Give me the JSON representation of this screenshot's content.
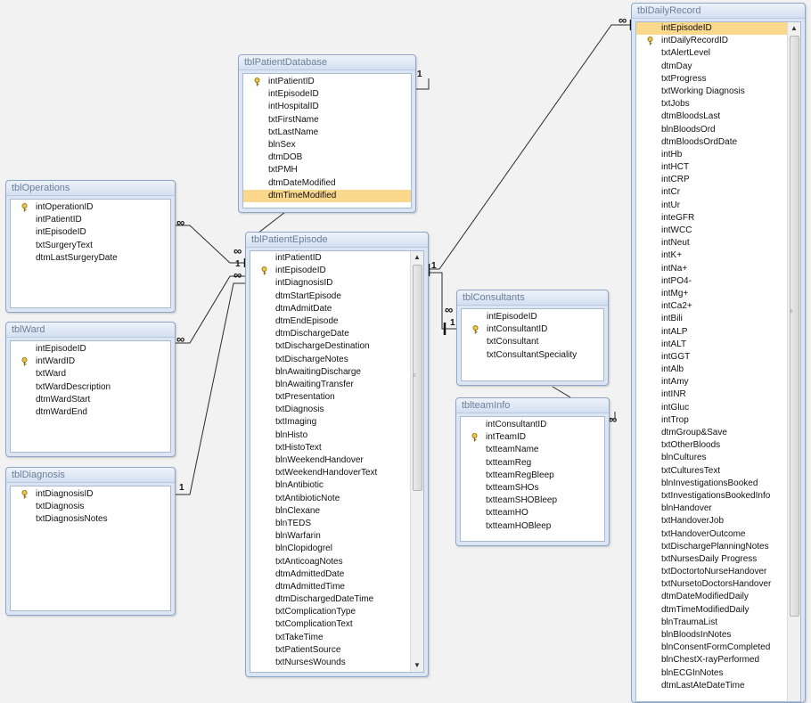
{
  "tables": {
    "patient_database": {
      "title": "tblPatientDatabase",
      "fields": [
        {
          "name": "intPatientID",
          "key": true
        },
        {
          "name": "intEpisodeID",
          "key": false
        },
        {
          "name": "intHospitalID",
          "key": false
        },
        {
          "name": "txtFirstName",
          "key": false
        },
        {
          "name": "txtLastName",
          "key": false
        },
        {
          "name": "blnSex",
          "key": false
        },
        {
          "name": "dtmDOB",
          "key": false
        },
        {
          "name": "txtPMH",
          "key": false
        },
        {
          "name": "dtmDateModified",
          "key": false
        },
        {
          "name": "dtmTimeModified",
          "key": false,
          "selected": true
        }
      ]
    },
    "operations": {
      "title": "tblOperations",
      "fields": [
        {
          "name": "intOperationID",
          "key": true
        },
        {
          "name": "intPatientID",
          "key": false
        },
        {
          "name": "intEpisodeID",
          "key": false
        },
        {
          "name": "txtSurgeryText",
          "key": false
        },
        {
          "name": "dtmLastSurgeryDate",
          "key": false
        }
      ]
    },
    "ward": {
      "title": "tblWard",
      "fields": [
        {
          "name": "intEpisodeID",
          "key": false
        },
        {
          "name": "intWardID",
          "key": true
        },
        {
          "name": "txtWard",
          "key": false
        },
        {
          "name": "txtWardDescription",
          "key": false
        },
        {
          "name": "dtmWardStart",
          "key": false
        },
        {
          "name": "dtmWardEnd",
          "key": false
        }
      ]
    },
    "diagnosis": {
      "title": "tblDiagnosis",
      "fields": [
        {
          "name": "intDiagnosisID",
          "key": true
        },
        {
          "name": "txtDiagnosis",
          "key": false
        },
        {
          "name": "txtDiagnosisNotes",
          "key": false
        }
      ]
    },
    "patient_episode": {
      "title": "tblPatientEpisode",
      "fields": [
        {
          "name": "intPatientID",
          "key": false
        },
        {
          "name": "intEpisodeID",
          "key": true
        },
        {
          "name": "intDiagnosisID",
          "key": false
        },
        {
          "name": "dtmStartEpisode",
          "key": false
        },
        {
          "name": "dtmAdmitDate",
          "key": false
        },
        {
          "name": "dtmEndEpisode",
          "key": false
        },
        {
          "name": "dtmDischargeDate",
          "key": false
        },
        {
          "name": "txtDischargeDestination",
          "key": false
        },
        {
          "name": "txtDischargeNotes",
          "key": false
        },
        {
          "name": "blnAwaitingDischarge",
          "key": false
        },
        {
          "name": "blnAwaitingTransfer",
          "key": false
        },
        {
          "name": "txtPresentation",
          "key": false
        },
        {
          "name": "txtDiagnosis",
          "key": false
        },
        {
          "name": "txtImaging",
          "key": false
        },
        {
          "name": "blnHisto",
          "key": false
        },
        {
          "name": "txtHistoText",
          "key": false
        },
        {
          "name": "blnWeekendHandover",
          "key": false
        },
        {
          "name": "txtWeekendHandoverText",
          "key": false
        },
        {
          "name": "blnAntibiotic",
          "key": false
        },
        {
          "name": "txtAntibioticNote",
          "key": false
        },
        {
          "name": "blnClexane",
          "key": false
        },
        {
          "name": "blnTEDS",
          "key": false
        },
        {
          "name": "blnWarfarin",
          "key": false
        },
        {
          "name": "blnClopidogrel",
          "key": false
        },
        {
          "name": "txtAnticoagNotes",
          "key": false
        },
        {
          "name": "dtmAdmittedDate",
          "key": false
        },
        {
          "name": "dtmAdmittedTime",
          "key": false
        },
        {
          "name": "dtmDischargedDateTime",
          "key": false
        },
        {
          "name": "txtComplicationType",
          "key": false
        },
        {
          "name": "txtComplicationText",
          "key": false
        },
        {
          "name": "txtTakeTime",
          "key": false
        },
        {
          "name": "txtPatientSource",
          "key": false
        },
        {
          "name": "txtNursesWounds",
          "key": false
        }
      ]
    },
    "consultants": {
      "title": "tblConsultants",
      "fields": [
        {
          "name": "intEpisodeID",
          "key": false
        },
        {
          "name": "intConsultantID",
          "key": true
        },
        {
          "name": "txtConsultant",
          "key": false
        },
        {
          "name": "txtConsultantSpeciality",
          "key": false
        }
      ]
    },
    "team_info": {
      "title": "tblteamInfo",
      "fields": [
        {
          "name": "intConsultantID",
          "key": false
        },
        {
          "name": "intTeamID",
          "key": true
        },
        {
          "name": "txtteamName",
          "key": false
        },
        {
          "name": "txtteamReg",
          "key": false
        },
        {
          "name": "txtteamRegBleep",
          "key": false
        },
        {
          "name": "txtteamSHOs",
          "key": false
        },
        {
          "name": "txtteamSHOBleep",
          "key": false
        },
        {
          "name": "txtteamHO",
          "key": false
        },
        {
          "name": "txtteamHOBleep",
          "key": false
        }
      ]
    },
    "daily_record": {
      "title": "tblDailyRecord",
      "fields": [
        {
          "name": "intEpisodeID",
          "key": false,
          "selected": true
        },
        {
          "name": "intDailyRecordID",
          "key": true
        },
        {
          "name": "txtAlertLevel",
          "key": false
        },
        {
          "name": "dtmDay",
          "key": false
        },
        {
          "name": "txtProgress",
          "key": false
        },
        {
          "name": "txtWorking Diagnosis",
          "key": false
        },
        {
          "name": "txtJobs",
          "key": false
        },
        {
          "name": "dtmBloodsLast",
          "key": false
        },
        {
          "name": "blnBloodsOrd",
          "key": false
        },
        {
          "name": "dtmBloodsOrdDate",
          "key": false
        },
        {
          "name": "intHb",
          "key": false
        },
        {
          "name": "intHCT",
          "key": false
        },
        {
          "name": "intCRP",
          "key": false
        },
        {
          "name": "intCr",
          "key": false
        },
        {
          "name": "intUr",
          "key": false
        },
        {
          "name": "inteGFR",
          "key": false
        },
        {
          "name": "intWCC",
          "key": false
        },
        {
          "name": "intNeut",
          "key": false
        },
        {
          "name": "intK+",
          "key": false
        },
        {
          "name": "intNa+",
          "key": false
        },
        {
          "name": "intPO4-",
          "key": false
        },
        {
          "name": "intMg+",
          "key": false
        },
        {
          "name": "intCa2+",
          "key": false
        },
        {
          "name": "intBili",
          "key": false
        },
        {
          "name": "intALP",
          "key": false
        },
        {
          "name": "intALT",
          "key": false
        },
        {
          "name": "intGGT",
          "key": false
        },
        {
          "name": "intAlb",
          "key": false
        },
        {
          "name": "intAmy",
          "key": false
        },
        {
          "name": "intINR",
          "key": false
        },
        {
          "name": "intGluc",
          "key": false
        },
        {
          "name": "intTrop",
          "key": false
        },
        {
          "name": "dtmGroup&Save",
          "key": false
        },
        {
          "name": "txtOtherBloods",
          "key": false
        },
        {
          "name": "blnCultures",
          "key": false
        },
        {
          "name": "txtCulturesText",
          "key": false
        },
        {
          "name": "blnInvestigationsBooked",
          "key": false
        },
        {
          "name": "txtInvestigationsBookedInfo",
          "key": false
        },
        {
          "name": "blnHandover",
          "key": false
        },
        {
          "name": "txtHandoverJob",
          "key": false
        },
        {
          "name": "txtHandoverOutcome",
          "key": false
        },
        {
          "name": "txtDischargePlanningNotes",
          "key": false
        },
        {
          "name": "txtNursesDaily Progress",
          "key": false
        },
        {
          "name": "txtDoctortoNurseHandover",
          "key": false
        },
        {
          "name": "txtNursetoDoctorsHandover",
          "key": false
        },
        {
          "name": "dtmDateModifiedDaily",
          "key": false
        },
        {
          "name": "dtmTimeModifiedDaily",
          "key": false
        },
        {
          "name": "blnTraumaList",
          "key": false
        },
        {
          "name": "blnBloodsInNotes",
          "key": false
        },
        {
          "name": "blnConsentFormCompleted",
          "key": false
        },
        {
          "name": "blnChestX-rayPerformed",
          "key": false
        },
        {
          "name": "blnECGInNotes",
          "key": false
        },
        {
          "name": "dtmLastAteDateTime",
          "key": false
        }
      ]
    }
  },
  "cardinality": {
    "one": "1",
    "many": "∞"
  },
  "colors": {
    "selected_row": "#fad88c",
    "key_icon": "#c9a227",
    "relation_line": "#222222"
  }
}
